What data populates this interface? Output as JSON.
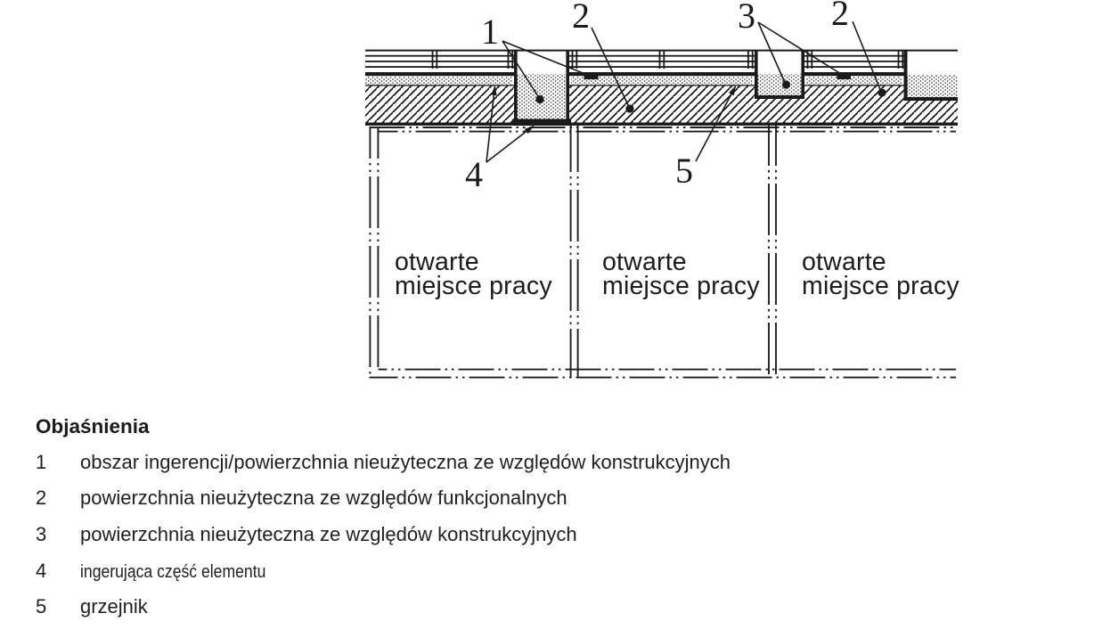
{
  "diagram": {
    "callouts": {
      "c1": "1",
      "c2_top": "2",
      "c3": "3",
      "c2_right": "2",
      "c4": "4",
      "c5": "5"
    },
    "rooms": [
      {
        "line1": "otwarte",
        "line2": "miejsce pracy"
      },
      {
        "line1": "otwarte",
        "line2": "miejsce pracy"
      },
      {
        "line1": "otwarte",
        "line2": "miejsce pracy"
      }
    ]
  },
  "legend": {
    "title": "Objaśnienia",
    "items": [
      {
        "num": "1",
        "text": "obszar ingerencji/powierzchnia nieużyteczna ze względów konstrukcyjnych"
      },
      {
        "num": "2",
        "text": "powierzchnia nieużyteczna ze względów funkcjonalnych"
      },
      {
        "num": "3",
        "text": "powierzchnia nieużyteczna ze względów konstrukcyjnych"
      },
      {
        "num": "4",
        "text": "ingerująca część elementu"
      },
      {
        "num": "5",
        "text": "grzejnik"
      }
    ]
  },
  "colors": {
    "ink": "#1a1a1a",
    "background": "#ffffff"
  }
}
